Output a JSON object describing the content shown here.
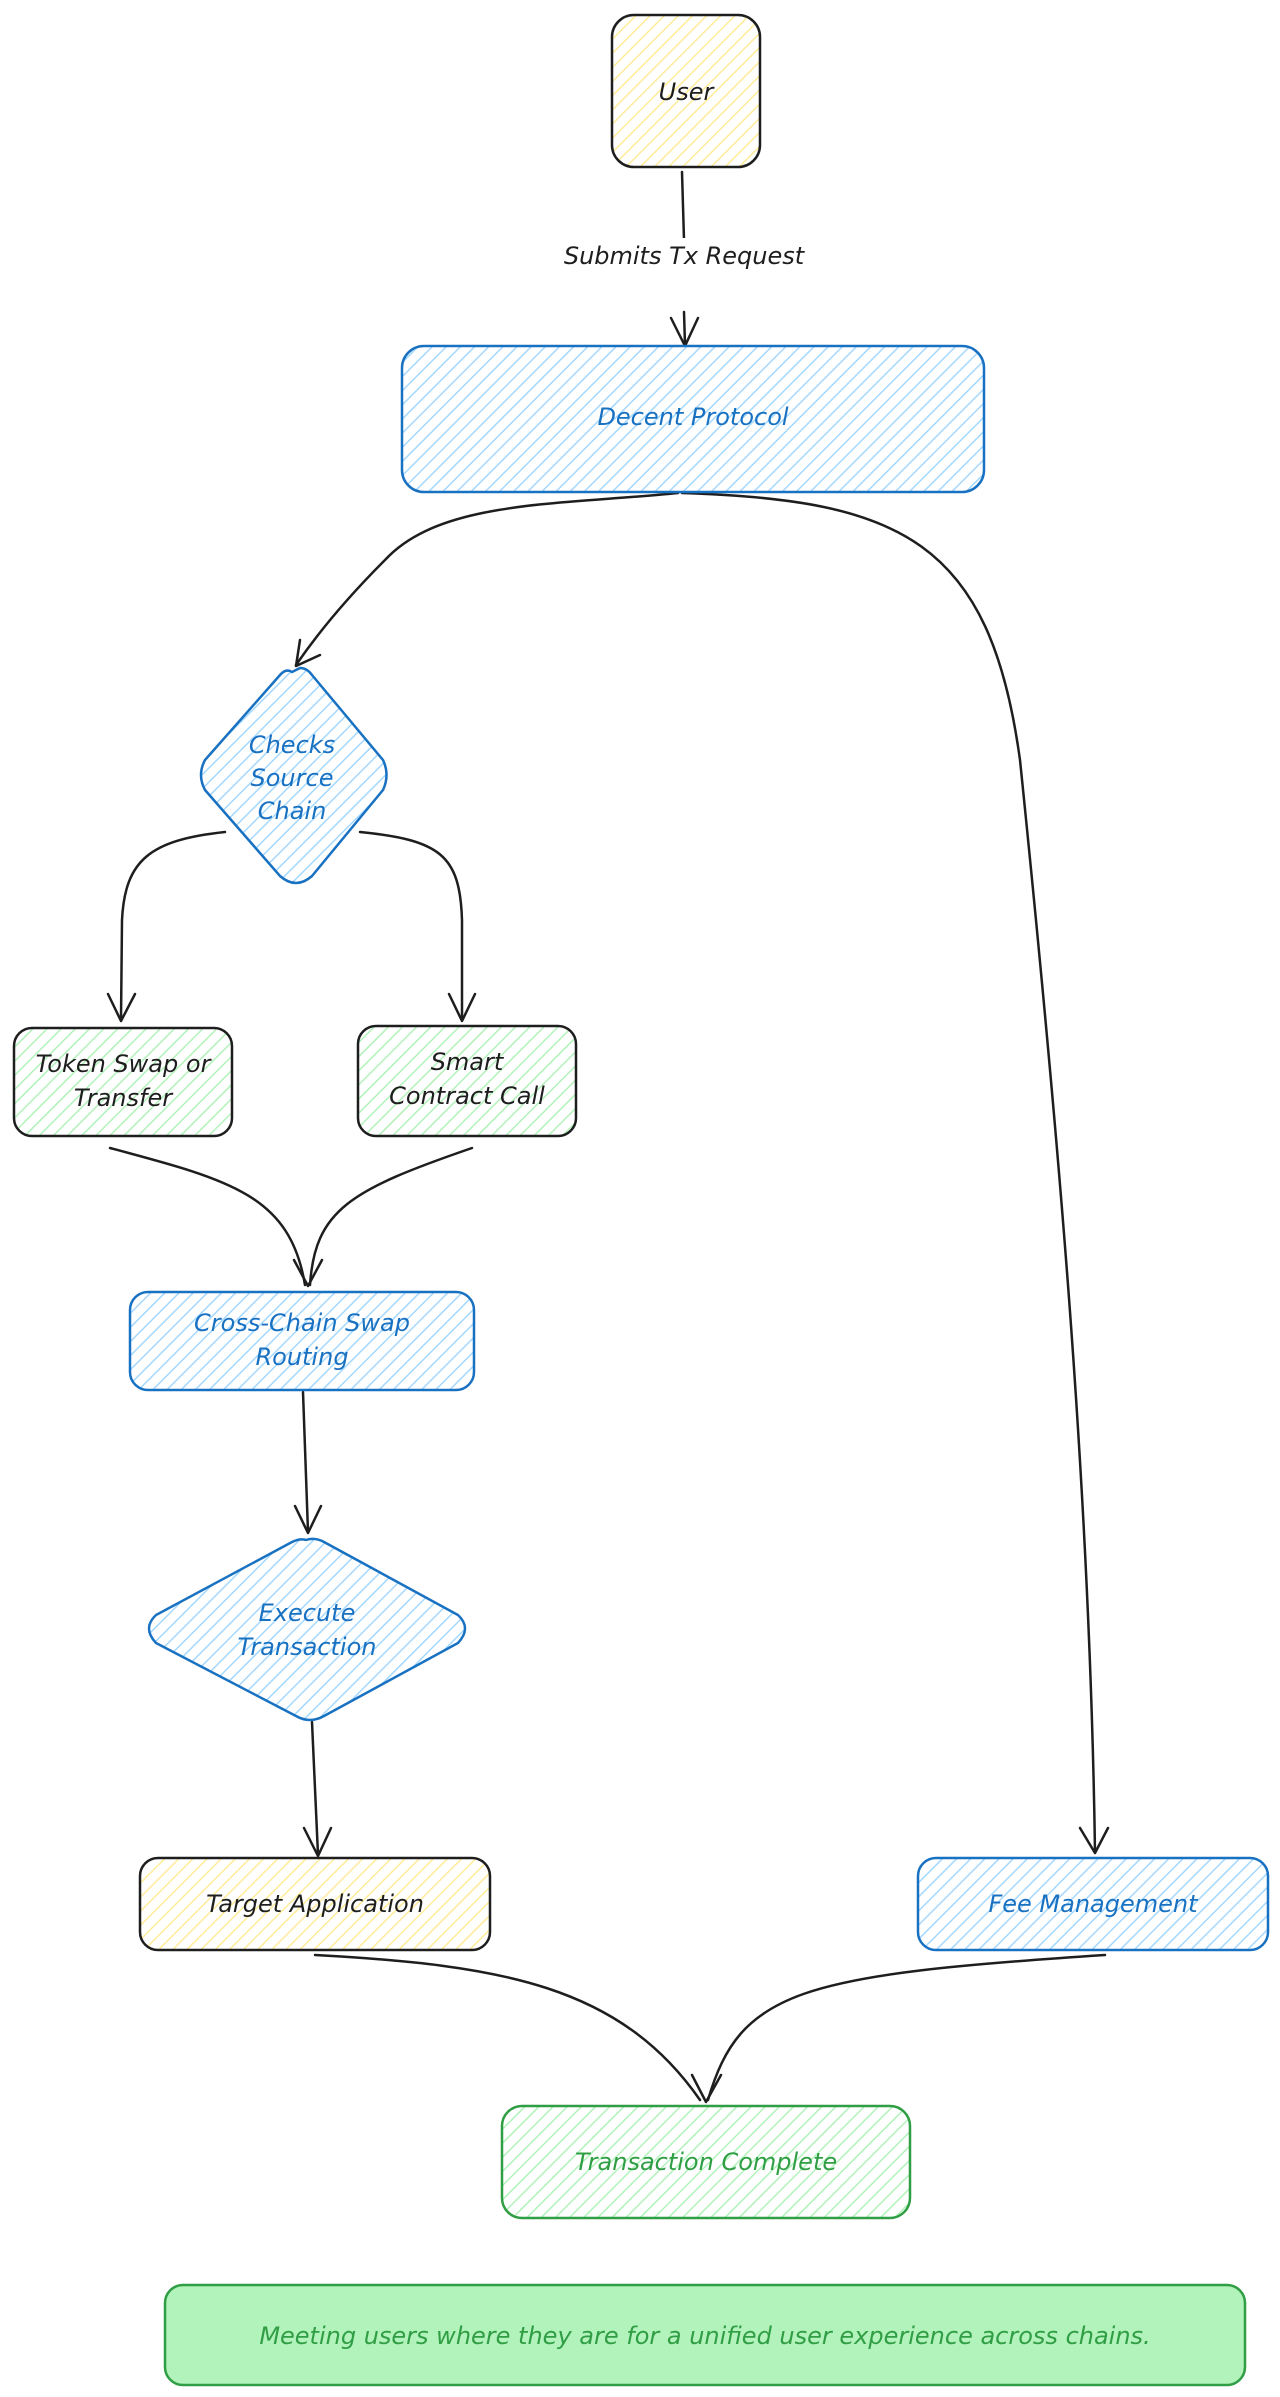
{
  "nodes": {
    "user": {
      "label": "User"
    },
    "decent_protocol": {
      "label": "Decent Protocol"
    },
    "checks_source_chain": {
      "label": [
        "Checks",
        "Source",
        "Chain"
      ]
    },
    "token_swap": {
      "label": [
        "Token Swap or",
        "Transfer"
      ]
    },
    "smart_contract": {
      "label": [
        "Smart",
        "Contract Call"
      ]
    },
    "cross_chain": {
      "label": [
        "Cross-Chain Swap",
        "Routing"
      ]
    },
    "execute_tx": {
      "label": [
        "Execute",
        "Transaction"
      ]
    },
    "target_app": {
      "label": "Target Application"
    },
    "fee_mgmt": {
      "label": "Fee Management"
    },
    "tx_complete": {
      "label": "Transaction Complete"
    }
  },
  "edges": {
    "user_to_protocol": {
      "label": "Submits Tx Request"
    }
  },
  "footer": {
    "text": "Meeting users where they are for a unified user experience across chains."
  },
  "colors": {
    "stroke_dark": "#1e1e1e",
    "stroke_blue": "#1971c2",
    "stroke_green": "#2f9e44",
    "fill_yellow": "#ffec99",
    "fill_blue": "#a5d8ff",
    "fill_green": "#b2f2bb",
    "footer_fill": "#b2f2bb"
  }
}
